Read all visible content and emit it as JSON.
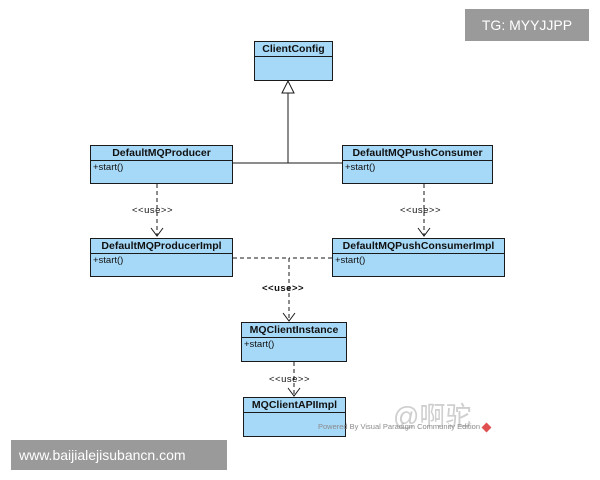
{
  "classes": {
    "client_config": {
      "name": "ClientConfig"
    },
    "producer": {
      "name": "DefaultMQProducer",
      "op": "+start()"
    },
    "push_consumer": {
      "name": "DefaultMQPushConsumer",
      "op": "+start()"
    },
    "producer_impl": {
      "name": "DefaultMQProducerImpl",
      "op": "+start()"
    },
    "push_consumer_impl": {
      "name": "DefaultMQPushConsumerImpl",
      "op": "+start()"
    },
    "client_instance": {
      "name": "MQClientInstance",
      "op": "+start()"
    },
    "client_api_impl": {
      "name": "MQClientAPIImpl"
    }
  },
  "stereotypes": {
    "producer_use": "<<use>>",
    "consumer_use": "<<use>>",
    "impl_use": "<<use>>",
    "instance_use": "<<use>>"
  },
  "badges": {
    "top": "TG: MYYJJPP",
    "bottom": "www.baijialejisubancn.com"
  },
  "watermark": "@啊驼",
  "powered_by": "Powered By Visual Paradigm Community Edition"
}
